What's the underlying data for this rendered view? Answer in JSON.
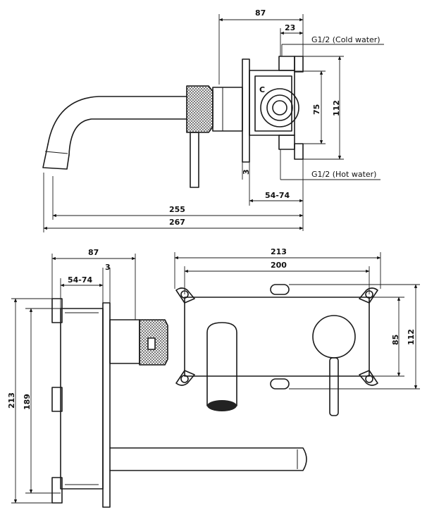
{
  "dimensions": {
    "top_width_87": "87",
    "top_width_23": "23",
    "top_height_75": "75",
    "top_height_112": "112",
    "top_gap_3": "3",
    "top_depth_54_74": "54-74",
    "top_length_255": "255",
    "top_length_267": "267",
    "side_width_87": "87",
    "side_gap_3": "3",
    "side_depth_54_74": "54-74",
    "side_height_213": "213",
    "side_height_189": "189",
    "front_width_213": "213",
    "front_width_200": "200",
    "front_height_85": "85",
    "front_height_112": "112"
  },
  "annotations": {
    "cold_water": "G1/2 (Cold water)",
    "hot_water": "G1/2 (Hot water)",
    "cold_marker": "C"
  }
}
